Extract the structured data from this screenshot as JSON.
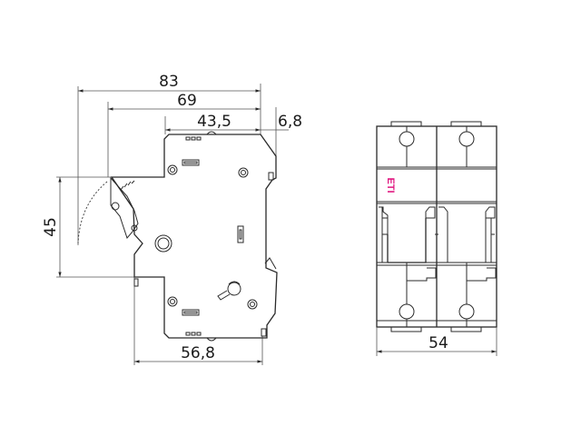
{
  "drawing": {
    "side_view": {
      "dimensions": {
        "overall_length": "83",
        "length_69": "69",
        "length_43_5": "43,5",
        "offset_6_8": "6,8",
        "height_45": "45",
        "depth_56_8": "56,8"
      }
    },
    "front_view": {
      "dimensions": {
        "width": "54"
      },
      "logo": {
        "text": "ETI",
        "color": "#e0157f"
      },
      "poles": 2
    },
    "line_color": "#2a2a2a",
    "background": "#ffffff"
  }
}
